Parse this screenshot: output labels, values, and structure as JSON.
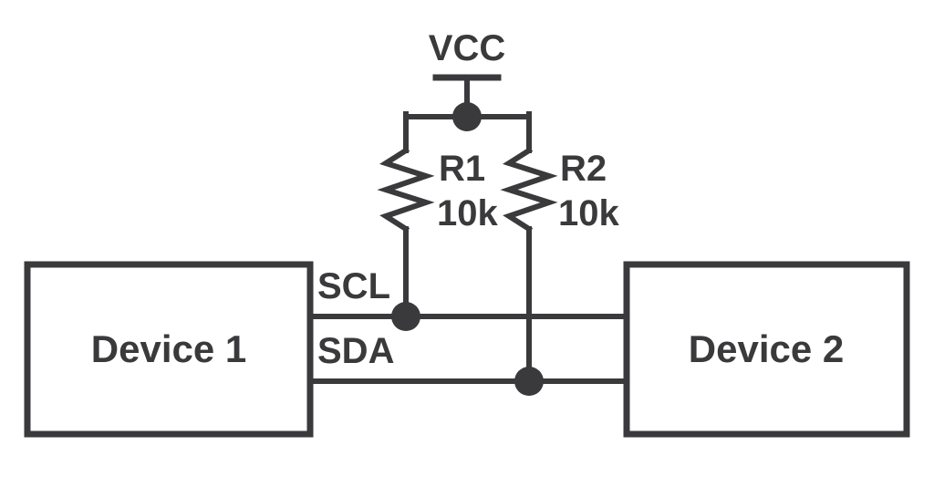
{
  "diagram": {
    "power": {
      "label": "VCC"
    },
    "resistors": [
      {
        "name": "R1",
        "value": "10k"
      },
      {
        "name": "R2",
        "value": "10k"
      }
    ],
    "buses": [
      {
        "label": "SCL"
      },
      {
        "label": "SDA"
      }
    ],
    "devices": [
      {
        "label": "Device 1"
      },
      {
        "label": "Device 2"
      }
    ],
    "colors": {
      "line": "#3a3a3c",
      "background": "#ffffff"
    }
  }
}
